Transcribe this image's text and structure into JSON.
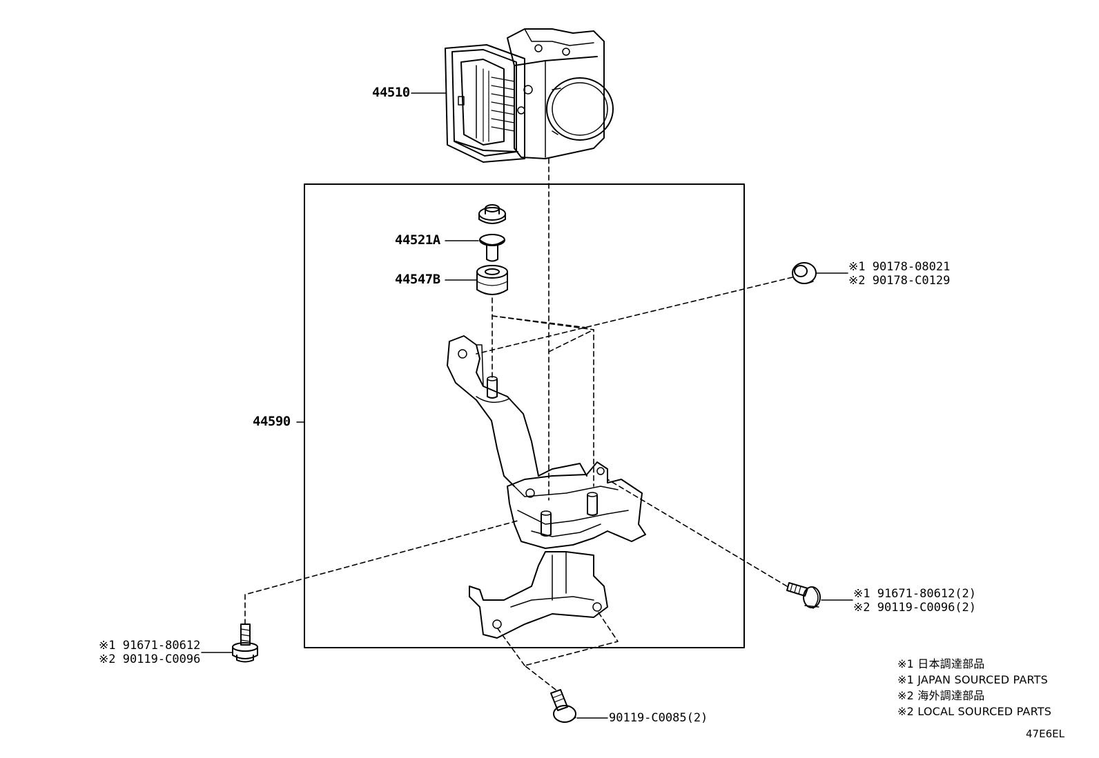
{
  "parts": {
    "actuator": "44510",
    "grommet_a": "44521A",
    "cushion_b": "44547B",
    "bracket": "44590",
    "nut_right": [
      "※1 90178-08021",
      "※2 90178-C0129"
    ],
    "bolt_right": [
      "※1 91671-80612(2)",
      "※2 90119-C0096(2)"
    ],
    "bolt_left": [
      "※1 91671-80612",
      "※2 90119-C0096"
    ],
    "bolt_bottom": "90119-C0085(2)"
  },
  "notes": [
    "※1 日本調達部品",
    "※1 JAPAN SOURCED PARTS",
    "※2 海外調達部品",
    "※2 LOCAL SOURCED PARTS"
  ],
  "diagram_code": "47E6EL"
}
